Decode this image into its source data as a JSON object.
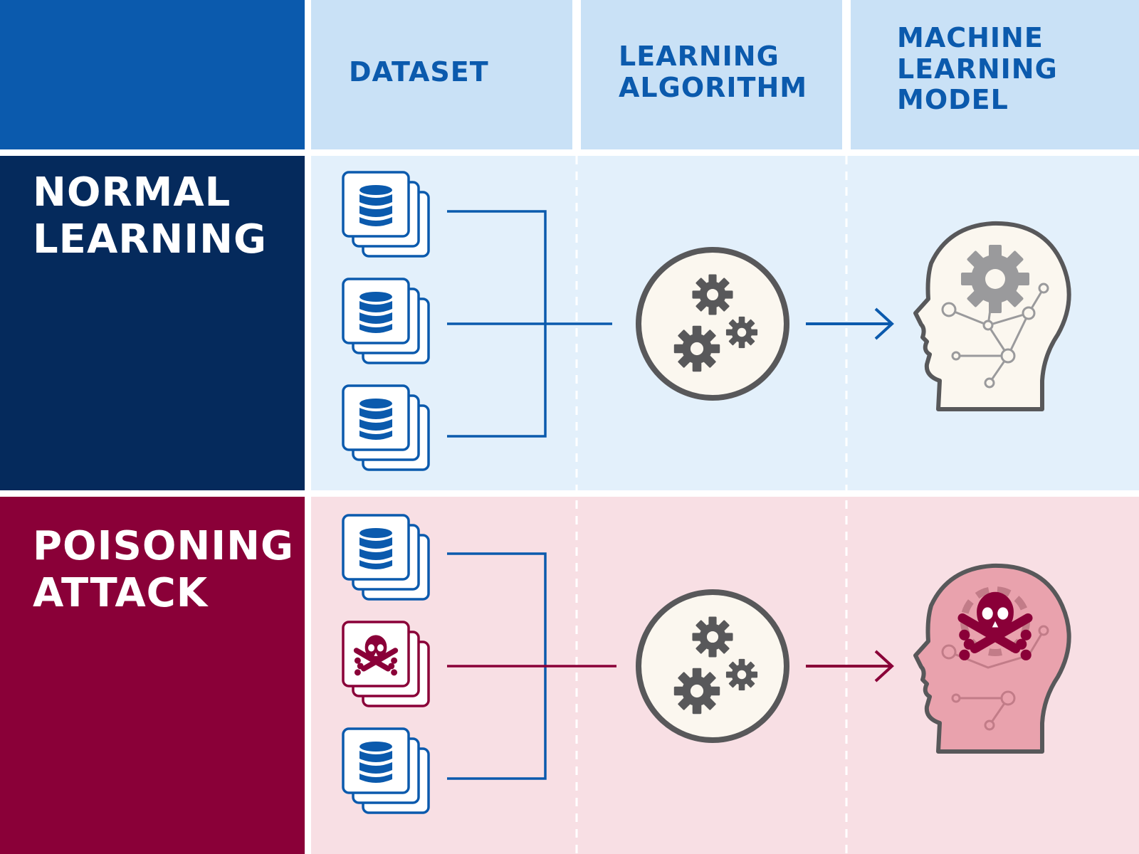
{
  "columns": {
    "dataset": "DATASET",
    "algorithm": [
      "LEARNING",
      "ALGORITHM"
    ],
    "model": [
      "MACHINE",
      "LEARNING",
      "MODEL"
    ]
  },
  "rows": {
    "normal": [
      "NORMAL",
      "LEARNING"
    ],
    "attack": [
      "POISONING",
      "ATTACK"
    ]
  },
  "icons": {
    "database": "database-icon",
    "poison": "skull-crossbones-icon",
    "algorithm": "gears-icon",
    "model": "head-brain-icon",
    "poisoned_model": "poisoned-head-icon"
  },
  "colors": {
    "header_dark_blue": "#0b5aad",
    "header_light_blue": "#c9e1f6",
    "normal_row_label": "#052a5c",
    "normal_row_bg": "#e3f0fb",
    "attack_row_label": "#8a0038",
    "attack_row_bg": "#f8dfe4",
    "flow_blue": "#0b5aad",
    "flow_red": "#8a0038",
    "gear_gray": "#58585a"
  }
}
